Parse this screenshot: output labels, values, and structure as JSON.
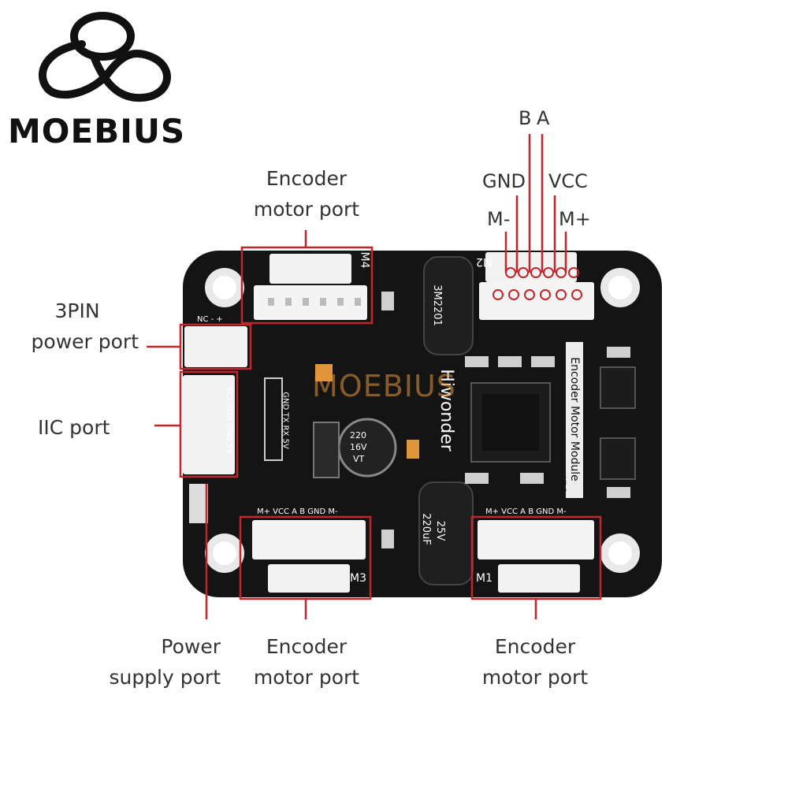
{
  "brand": {
    "name": "MOEBIUS",
    "watermark": "MOEBIUS"
  },
  "colors": {
    "board": "#141414",
    "callout": "#c0272d",
    "connector": "#f2f2f2",
    "text": "#333333"
  },
  "labels": {
    "top_port": [
      "Encoder",
      "motor port"
    ],
    "power3": [
      "3PIN",
      "power port"
    ],
    "iic": "IIC port",
    "power_supply": [
      "Power",
      "supply port"
    ],
    "bottom_left_port": [
      "Encoder",
      "motor port"
    ],
    "bottom_right_port": [
      "Encoder",
      "motor port"
    ]
  },
  "pins": {
    "b": "B",
    "a": "A",
    "gnd": "GND",
    "vcc": "VCC",
    "mminus": "M-",
    "mplus": "M+"
  },
  "silkscreen": {
    "m4": "M4",
    "m2": "M2",
    "m3": "M3",
    "m1": "M1",
    "pin_row_top": "M+  VCC  A  B  GND  M-",
    "pin_row_bottom": "M+  VCC  A  B  GND  M-",
    "iic_pins": "SCL  SDA  GND  5V",
    "uart_pins": "GND  TX  RX  5V",
    "power_pins": "NC  -  +",
    "module": "Encoder Motor Module",
    "version": "V1.3",
    "brand_mark": "Hiwonder",
    "cap_small": [
      "220",
      "16V",
      "VT"
    ],
    "cap_large": [
      "220uF",
      "25V"
    ],
    "cap_top": "3M2201"
  }
}
